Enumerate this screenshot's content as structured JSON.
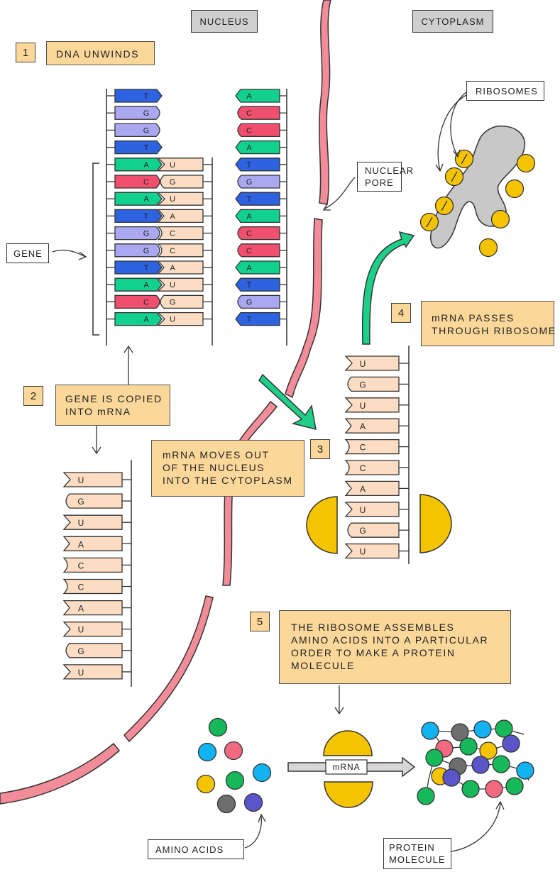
{
  "headers": {
    "nucleus": "NUCLEUS",
    "cytoplasm": "CYTOPLASM"
  },
  "steps": [
    {
      "number": "1",
      "lines": [
        "DNA  UNWINDS"
      ]
    },
    {
      "number": "2",
      "lines": [
        "GENE  IS  COPIED",
        "INTO  mRNA"
      ]
    },
    {
      "number": "3",
      "lines": [
        "mRNA  MOVES  OUT",
        "OF  THE  NUCLEUS",
        "INTO  THE  CYTOPLASM"
      ]
    },
    {
      "number": "4",
      "lines": [
        "mRNA  PASSES",
        "THROUGH  RIBOSOME"
      ]
    },
    {
      "number": "5",
      "lines": [
        "THE  RIBOSOME  ASSEMBLES",
        "AMINO  ACIDS  INTO  A  PARTICULAR",
        "ORDER  TO  MAKE  A  PROTEIN",
        "MOLECULE"
      ]
    }
  ],
  "labels": {
    "gene": "GENE",
    "nuclear_pore": [
      "NUCLEAR",
      "PORE"
    ],
    "ribosomes": "RIBOSOMES",
    "amino_acids": "AMINO   ACIDS",
    "protein_molecule": [
      "PROTEIN",
      "MOLECULE"
    ],
    "arrow_mrna": "mRNA"
  },
  "dna": {
    "left_strand": [
      "T",
      "G",
      "G",
      "T",
      "A",
      "C",
      "A",
      "T",
      "G",
      "G",
      "T",
      "A",
      "C",
      "A"
    ],
    "gene_mrna": [
      "U",
      "G",
      "U",
      "A",
      "C",
      "C",
      "A",
      "U",
      "G",
      "U"
    ],
    "right_strand": [
      "A",
      "C",
      "C",
      "A",
      "T",
      "G",
      "T",
      "A",
      "C",
      "C",
      "A",
      "T",
      "G",
      "T"
    ]
  },
  "mrna_copy": [
    "U",
    "G",
    "U",
    "A",
    "C",
    "C",
    "A",
    "U",
    "G",
    "U"
  ],
  "mrna_ribosome": [
    "U",
    "G",
    "U",
    "A",
    "C",
    "C",
    "A",
    "U",
    "G",
    "U"
  ],
  "colors": {
    "A": "#12d18e",
    "T": "#2d63e0",
    "C": "#f0506e",
    "G": "#a9a8f0",
    "mrna": "#fcdcc2",
    "ribosome": "#f5c400",
    "membrane": "#f28c98",
    "box": "#fbd79a",
    "arrow_green": "#1ecf8a",
    "er": "#c8c8c8"
  },
  "amino_colors": [
    "#12b3f0",
    "#16b85a",
    "#f26a80",
    "#f5c400",
    "#6e6e6e",
    "#5a55c8"
  ]
}
